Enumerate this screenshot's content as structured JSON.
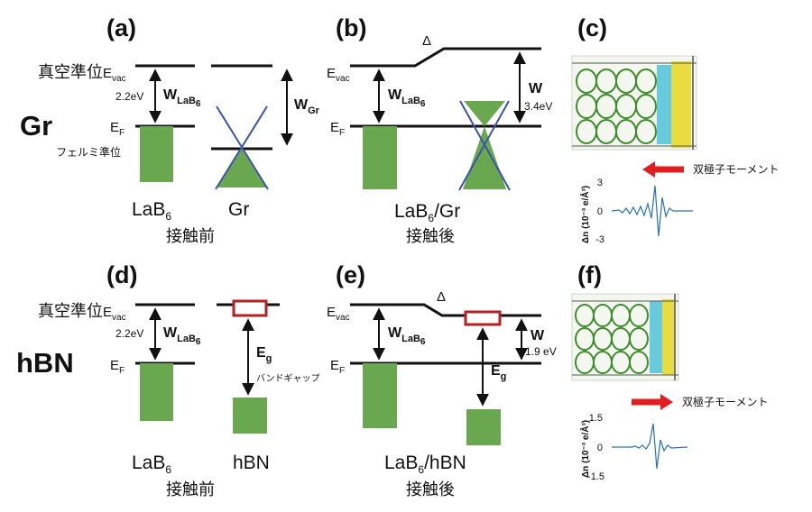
{
  "panels": {
    "a": "(a)",
    "b": "(b)",
    "c": "(c)",
    "d": "(d)",
    "e": "(e)",
    "f": "(f)"
  },
  "rows": {
    "gr": "Gr",
    "hbn": "hBN"
  },
  "common": {
    "vacuum_level": "真空準位",
    "E": "E",
    "vac_sub": "vac",
    "F_sub": "F",
    "W": "W",
    "LaB": "LaB",
    "six": "6",
    "delta": "Δ",
    "before_contact": "接触前",
    "after_contact": "接触後",
    "dipole_moment": "双極子モーメント"
  },
  "a": {
    "gap_value": "2.2eV",
    "fermi_level_jp": "フェルミ準位",
    "mat_left": "LaB",
    "mat_right": "Gr",
    "w_gr_sub": "Gr"
  },
  "b": {
    "material": "LaB",
    "material_suffix": "/Gr",
    "w_value": "3.4eV"
  },
  "c": {
    "y_ticks": [
      "3",
      "0",
      "-3"
    ],
    "y_axis": "Δn (10⁻³ e/Å³)"
  },
  "d": {
    "gap_value": "2.2eV",
    "Eg": "E",
    "g_sub": "g",
    "bandgap_jp": "バンドギャップ",
    "mat_left": "LaB",
    "mat_right": "hBN"
  },
  "e": {
    "material": "LaB",
    "material_suffix": "/hBN",
    "w_value": "1.9 eV"
  },
  "f": {
    "y_ticks": [
      "1.5",
      "0",
      "-1.5"
    ],
    "y_axis": "Δn (10⁻³ e/Å³)"
  },
  "colors": {
    "band": "#6aa84f",
    "cone_line": "#3a55a8",
    "gap_box": "#b22222",
    "arrow": "#e02020"
  }
}
